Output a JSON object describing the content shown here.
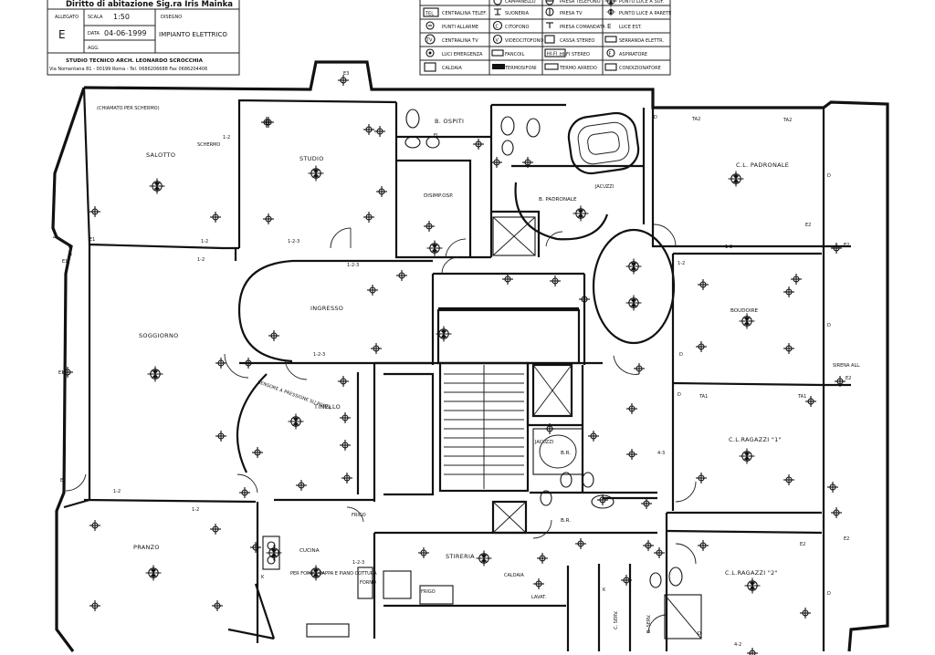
{
  "title_block": {
    "title": "Diritto di abitazione Sig.ra Iris Mainka",
    "allegato_label": "ALLEGATO",
    "allegato_value": "E",
    "scala_label": "SCALA",
    "scala_value": "1:50",
    "data_label": "DATA",
    "data_value": "04-06-1999",
    "agg_label": "AGG.",
    "disegno_label": "DISEGNO",
    "disegno_value": "IMPIANTO ELETTRICO",
    "studio": "STUDIO TECNICO ARCH. LEONARDO SCROCCHIA",
    "address": "Via Nomentana 81 - 00199 Roma - Tel. 0686206688 Fax 0686204406"
  },
  "legend": {
    "rows": [
      [
        "",
        "CAMPANELLO",
        "PRESA TELEFONO",
        "PUNTO LUCE A SOF."
      ],
      [
        "CENTRALINA TELEF.",
        "SUONERIA",
        "PRESA TV",
        "PUNTO LUCE A PARETE"
      ],
      [
        "PUNTI ALLARME",
        "CITOFONO",
        "PRESA COMANDATA",
        "LUCE EST."
      ],
      [
        "CENTRALINA TV",
        "VIDEOCITOFONO",
        "CASSA STEREO",
        "SERRANDA ELETTR."
      ],
      [
        "LUCI EMERGENZA",
        "FANCOIL",
        "HI-FI STEREO",
        "ASPIRATORE"
      ],
      [
        "CALDAIA",
        "TERMOSIFONI",
        "TERMO ARREDO",
        "CONDIZIONATORE"
      ]
    ],
    "codes": {
      "tel": "TEL",
      "tv": "TV",
      "hifi": "HI-FI",
      "c": "C",
      "v": "V",
      "e": "E",
      "f": "F"
    }
  },
  "rooms": {
    "salotto": "SALOTTO",
    "studio": "STUDIO",
    "b_ospiti": "B. OSPITI",
    "disimp": "DISIMP.OSP.",
    "b_padronale": "B. PADRONALE",
    "jacuzzi_top": "JACUZZI",
    "cl_padronale": "C.L. PADRONALE",
    "ingresso": "INGRESSO",
    "soggiorno": "SOGGIORNO",
    "tinello": "TINELLO",
    "boudoire": "BOUDOIRE",
    "cl_ragazzi_1": "C.L.RAGAZZI \"1\"",
    "jacuzzi": "JACUZZI",
    "b_r1": "B.R.",
    "b_r2": "B.R.",
    "pranzo": "PRANZO",
    "cucina": "CUCINA",
    "stireria": "STIRERIA",
    "cl_ragazzi_2": "C.L.RAGAZZI \"2\"",
    "c_serv": "C. SERV.",
    "b_serv": "B. SERV."
  },
  "notes": {
    "schermo": "SCHERMO",
    "chiamata": "(CHIAMATO PER SCHERMO)",
    "sensore": "SENSORE A PRESSIONE SU PORTA",
    "per_forno": "PER FORNO-CAPPA E PIANO COTTURA",
    "caldaia": "CALDAIA",
    "lavat": "LAVAT.",
    "frigo": "FRIGO",
    "frigo2": "FRIGO",
    "forno": "FORNO",
    "sirena": "SIRENA ALL.",
    "fl": "FL"
  },
  "tags": {
    "t12": "1-2",
    "t123": "1-2-3",
    "t4": "4",
    "t42": "4-2",
    "t43": "4-3",
    "e1": "E1",
    "e2": "E2",
    "e3": "E3",
    "ta1": "TA1",
    "ta2": "TA2",
    "n1": "1",
    "n2": "2",
    "n3": "3",
    "n4": "4",
    "d": "D",
    "k": "K"
  }
}
